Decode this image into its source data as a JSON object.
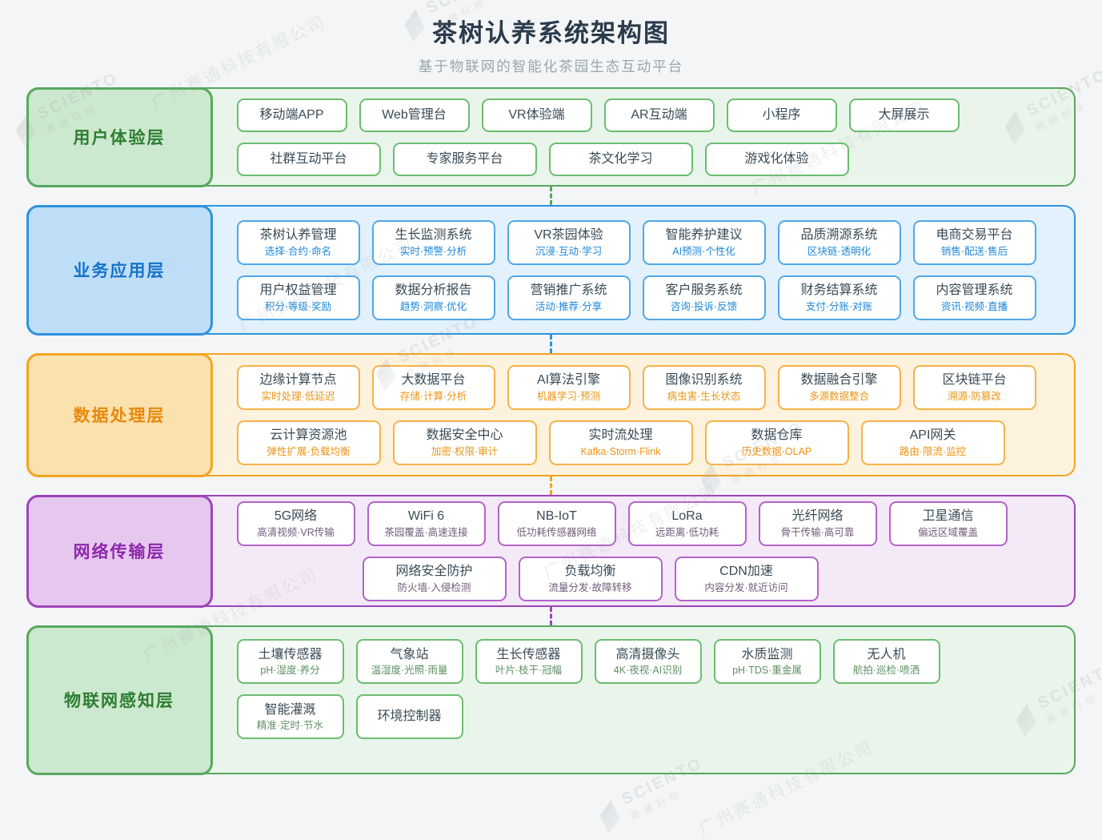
{
  "header": {
    "title": "茶树认养系统架构图",
    "subtitle": "基于物联网的智能化茶园生态互动平台"
  },
  "watermark": {
    "company": "广州赛通科技有限公司",
    "brand": "SCIENTO",
    "brand_cn": "赛通科技"
  },
  "layers": [
    {
      "id": "user-experience",
      "label": "用户体验层",
      "theme": {
        "accent": "#57a85e",
        "container_bg": "#e9f5ea",
        "label_bg": "#cce8ce",
        "label_text": "#2e7d32",
        "box_border": "#6abd70",
        "subtitle": "#5d8f63"
      },
      "rows": [
        [
          {
            "title": "移动端APP"
          },
          {
            "title": "Web管理台"
          },
          {
            "title": "VR体验端"
          },
          {
            "title": "AR互动端"
          },
          {
            "title": "小程序"
          },
          {
            "title": "大屏展示"
          }
        ],
        [
          {
            "title": "社群互动平台"
          },
          {
            "title": "专家服务平台"
          },
          {
            "title": "茶文化学习"
          },
          {
            "title": "游戏化体验"
          }
        ]
      ]
    },
    {
      "id": "business-application",
      "label": "业务应用层",
      "theme": {
        "accent": "#2e93de",
        "container_bg": "#e3f1fc",
        "label_bg": "#bedef8",
        "label_text": "#1471c9",
        "box_border": "#51a8e8",
        "subtitle": "#1d87d8"
      },
      "rows": [
        [
          {
            "title": "茶树认养管理",
            "sub": "选择·合约·命名"
          },
          {
            "title": "生长监测系统",
            "sub": "实时·预警·分析"
          },
          {
            "title": "VR茶园体验",
            "sub": "沉浸·互动·学习"
          },
          {
            "title": "智能养护建议",
            "sub": "AI预测·个性化"
          },
          {
            "title": "品质溯源系统",
            "sub": "区块链·透明化"
          },
          {
            "title": "电商交易平台",
            "sub": "销售·配送·售后"
          }
        ],
        [
          {
            "title": "用户权益管理",
            "sub": "积分·等级·奖励"
          },
          {
            "title": "数据分析报告",
            "sub": "趋势·洞察·优化"
          },
          {
            "title": "营销推广系统",
            "sub": "活动·推荐·分享"
          },
          {
            "title": "客户服务系统",
            "sub": "咨询·投诉·反馈"
          },
          {
            "title": "财务结算系统",
            "sub": "支付·分账·对账"
          },
          {
            "title": "内容管理系统",
            "sub": "资讯·视频·直播"
          }
        ]
      ]
    },
    {
      "id": "data-processing",
      "label": "数据处理层",
      "theme": {
        "accent": "#f4a420",
        "container_bg": "#fdf2de",
        "label_bg": "#fae1ad",
        "label_text": "#e8890c",
        "box_border": "#f6b248",
        "subtitle": "#ec9414"
      },
      "rows": [
        [
          {
            "title": "边缘计算节点",
            "sub": "实时处理·低延迟"
          },
          {
            "title": "大数据平台",
            "sub": "存储·计算·分析"
          },
          {
            "title": "AI算法引擎",
            "sub": "机器学习·预测"
          },
          {
            "title": "图像识别系统",
            "sub": "病虫害·生长状态"
          },
          {
            "title": "数据融合引擎",
            "sub": "多源数据整合"
          },
          {
            "title": "区块链平台",
            "sub": "溯源·防篡改"
          }
        ],
        [
          {
            "title": "云计算资源池",
            "sub": "弹性扩展·负载均衡"
          },
          {
            "title": "数据安全中心",
            "sub": "加密·权限·审计"
          },
          {
            "title": "实时流处理",
            "sub": "Kafka·Storm·Flink"
          },
          {
            "title": "数据仓库",
            "sub": "历史数据·OLAP"
          },
          {
            "title": "API网关",
            "sub": "路由·限流·监控"
          }
        ]
      ]
    },
    {
      "id": "network-transmission",
      "label": "网络传输层",
      "theme": {
        "accent": "#9e44b8",
        "container_bg": "#f4e9f7",
        "label_bg": "#e6c7ee",
        "label_text": "#8d27ab",
        "box_border": "#b264c8",
        "subtitle": "#6f5c79"
      },
      "rows": [
        [
          {
            "title": "5G网络",
            "sub": "高清视频·VR传输"
          },
          {
            "title": "WiFi 6",
            "sub": "茶园覆盖·高速连接"
          },
          {
            "title": "NB-IoT",
            "sub": "低功耗传感器网络"
          },
          {
            "title": "LoRa",
            "sub": "远距离·低功耗"
          },
          {
            "title": "光纤网络",
            "sub": "骨干传输·高可靠"
          },
          {
            "title": "卫星通信",
            "sub": "偏远区域覆盖"
          }
        ],
        [
          {
            "title": "网络安全防护",
            "sub": "防火墙·入侵检测"
          },
          {
            "title": "负载均衡",
            "sub": "流量分发·故障转移"
          },
          {
            "title": "CDN加速",
            "sub": "内容分发·就近访问"
          }
        ]
      ]
    },
    {
      "id": "iot-perception",
      "label": "物联网感知层",
      "theme": {
        "accent": "#57a85e",
        "container_bg": "#e9f5ea",
        "label_bg": "#cce8ce",
        "label_text": "#2e7d32",
        "box_border": "#6abd70",
        "subtitle": "#5d8f63"
      },
      "rows": [
        [
          {
            "title": "土壤传感器",
            "sub": "pH·湿度·养分"
          },
          {
            "title": "气象站",
            "sub": "温湿度·光照·雨量"
          },
          {
            "title": "生长传感器",
            "sub": "叶片·枝干·冠幅"
          },
          {
            "title": "高清摄像头",
            "sub": "4K·夜视·AI识别"
          },
          {
            "title": "水质监测",
            "sub": "pH·TDS·重金属"
          },
          {
            "title": "无人机",
            "sub": "航拍·巡检·喷洒"
          }
        ],
        [
          {
            "title": "智能灌溉",
            "sub": "精准·定时·节水"
          },
          {
            "title": "环境控制器"
          }
        ]
      ]
    }
  ]
}
